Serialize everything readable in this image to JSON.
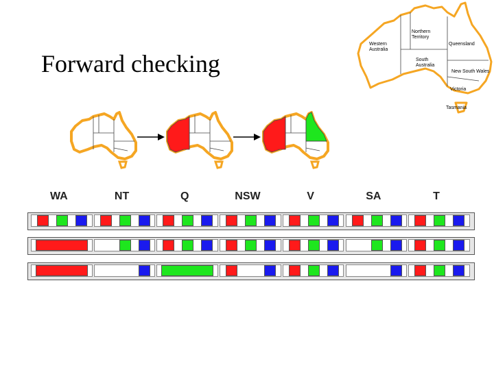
{
  "title": "Forward checking",
  "reference_map": {
    "regions": [
      {
        "id": "wa",
        "label_lines": [
          "Western",
          "Australia"
        ]
      },
      {
        "id": "nt",
        "label_lines": [
          "Northern",
          "Territory"
        ]
      },
      {
        "id": "q",
        "label_lines": [
          "Queensland"
        ]
      },
      {
        "id": "sa",
        "label_lines": [
          "South",
          "Australia"
        ]
      },
      {
        "id": "nsw",
        "label_lines": [
          "New South Wales"
        ]
      },
      {
        "id": "v",
        "label_lines": [
          "Victoria"
        ]
      },
      {
        "id": "t",
        "label_lines": [
          "Tasmania"
        ]
      }
    ]
  },
  "colors": {
    "outline": "#f5a623",
    "arrow": "#000000",
    "red": "#ff1a1a",
    "green": "#1ee61e",
    "blue": "#1a1aee",
    "row_bg": "#e6e6e6"
  },
  "sequence": {
    "steps": [
      {
        "wa": null,
        "q": null
      },
      {
        "wa": "red",
        "q": null
      },
      {
        "wa": "red",
        "q": "green"
      }
    ]
  },
  "table": {
    "columns": [
      "WA",
      "NT",
      "Q",
      "NSW",
      "V",
      "SA",
      "T"
    ],
    "rows": [
      [
        {
          "domain": [
            "red",
            "green",
            "blue"
          ]
        },
        {
          "domain": [
            "red",
            "green",
            "blue"
          ]
        },
        {
          "domain": [
            "red",
            "green",
            "blue"
          ]
        },
        {
          "domain": [
            "red",
            "green",
            "blue"
          ]
        },
        {
          "domain": [
            "red",
            "green",
            "blue"
          ]
        },
        {
          "domain": [
            "red",
            "green",
            "blue"
          ]
        },
        {
          "domain": [
            "red",
            "green",
            "blue"
          ]
        }
      ],
      [
        {
          "assigned": "red"
        },
        {
          "domain": [
            "green",
            "blue"
          ]
        },
        {
          "domain": [
            "red",
            "green",
            "blue"
          ]
        },
        {
          "domain": [
            "red",
            "green",
            "blue"
          ]
        },
        {
          "domain": [
            "red",
            "green",
            "blue"
          ]
        },
        {
          "domain": [
            "green",
            "blue"
          ]
        },
        {
          "domain": [
            "red",
            "green",
            "blue"
          ]
        }
      ],
      [
        {
          "assigned": "red"
        },
        {
          "domain": [
            "blue"
          ]
        },
        {
          "assigned": "green"
        },
        {
          "domain": [
            "red",
            "blue"
          ]
        },
        {
          "domain": [
            "red",
            "green",
            "blue"
          ]
        },
        {
          "domain": [
            "blue"
          ]
        },
        {
          "domain": [
            "red",
            "green",
            "blue"
          ]
        }
      ]
    ]
  }
}
